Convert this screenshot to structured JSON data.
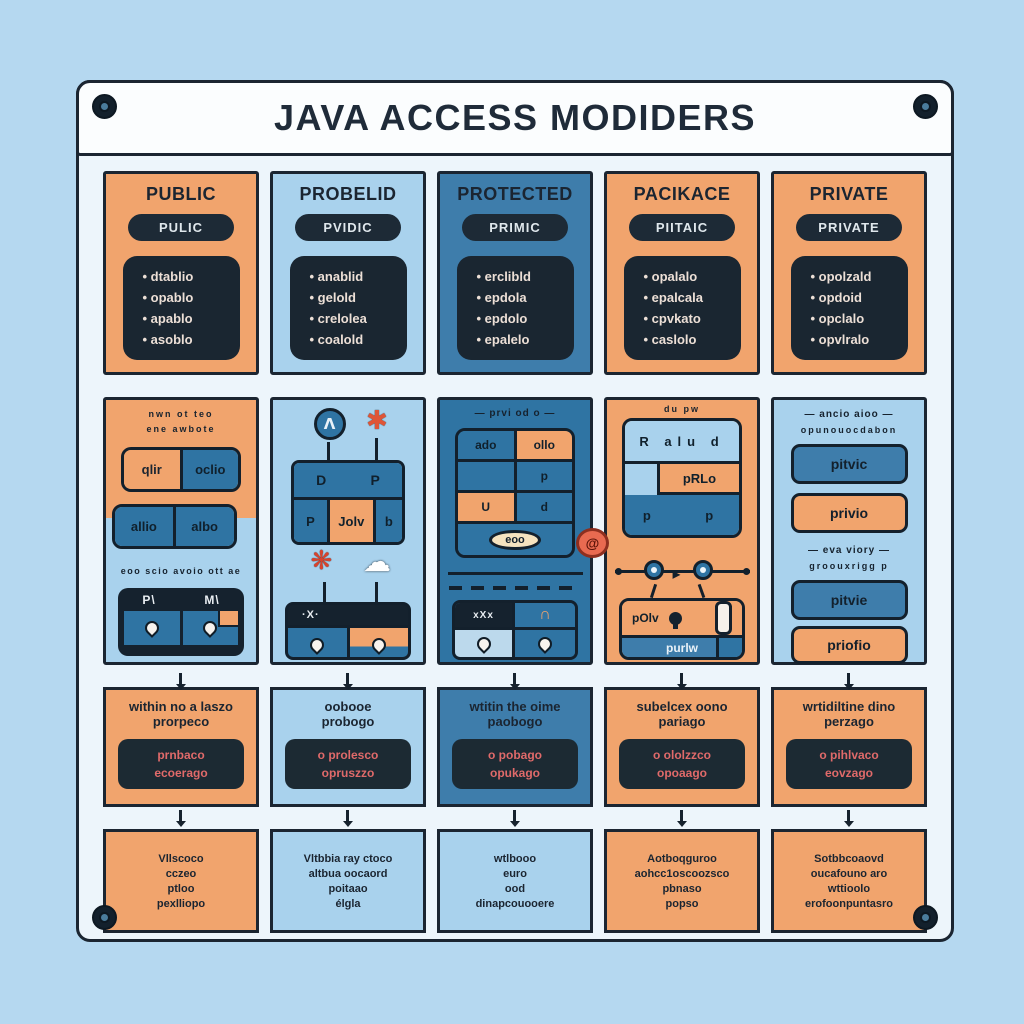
{
  "title": "JAVA ACCESS MODIDERS",
  "colors": {
    "page_bg": "#b5d8f0",
    "board_bg": "#edf5fb",
    "orange": "#f1a46d",
    "light_blue": "#a9d2ed",
    "steel_blue": "#3e7dab",
    "navy": "#1d2a36",
    "red_text": "#e06a6a",
    "badge_red": "#e96a50"
  },
  "columns": [
    {
      "name": "public",
      "title": "PUBLIC",
      "pill": "PULIC",
      "bullets": [
        "dtablio",
        "opablo",
        "apablo",
        "asoblo"
      ],
      "diagram": {
        "caption1": "nwn ot teo",
        "caption2": "ene awbote",
        "cell1a": "qlir",
        "cell1b": "oclio",
        "cell2a": "allio",
        "cell2b": "albo",
        "divider": "eoo scio avoio ott ae",
        "label1": "P\\",
        "label2": "M\\"
      },
      "scope": {
        "line1": "within no a laszo",
        "line2": "prorpeco",
        "tag1": "prnbaco",
        "tag2": "ecoerago"
      },
      "note": [
        "Vllscoco",
        "cczeo",
        "ptloo",
        "pexlliopo"
      ]
    },
    {
      "name": "probelid",
      "title": "PROBELID",
      "pill": "PVIDIC",
      "bullets": [
        "anablid",
        "gelold",
        "crelolea",
        "coalold"
      ],
      "diagram": {
        "header_d": "D",
        "header_p": "P",
        "cell_p": "P",
        "cell_jolv": "Jolv",
        "cell_b": "b",
        "card_header": "·X·",
        "globe_icon": "globe",
        "gear_icon": "gear",
        "flower_icon": "flower",
        "cloud_icon": "cloud"
      },
      "scope": {
        "line1": "oobooe",
        "line2": "probogo",
        "tag1": "o prolesco",
        "tag2": "opruszzo"
      },
      "note": [
        "Vltbbia ray ctoco",
        "altbua oocaord",
        "poitaao",
        "élgla"
      ]
    },
    {
      "name": "protected",
      "title": "PROTECTED",
      "pill": "PRIMIC",
      "bullets": [
        "erclibld",
        "epdola",
        "epdolo",
        "epalelo"
      ],
      "diagram": {
        "caption": "— prvi od o —",
        "r1a": "ado",
        "r1b": "ollo",
        "r2b": "p",
        "r3a": "U",
        "r3b": "d",
        "oval": "eoo",
        "card_header": "xXx",
        "arch": "∩",
        "badge": "@"
      },
      "scope": {
        "line1": "wtitin the oime",
        "line2": "paobogo",
        "tag1": "o pobago",
        "tag2": "opukago"
      },
      "note": [
        "wtlbooo",
        "euro",
        "ood",
        "dinapcouooere"
      ]
    },
    {
      "name": "pacikace",
      "title": "PACIKACE",
      "pill": "PIITAIC",
      "bullets": [
        "opalalo",
        "epalcala",
        "cpvkato",
        "caslolo"
      ],
      "diagram": {
        "caption": "du pw",
        "top_row": "R alu d",
        "mid": "pRLo",
        "bottom_row": "p    p",
        "card_top": "pOlv",
        "card_bottom": "purlw"
      },
      "scope": {
        "line1": "subelcex oono",
        "line2": "pariago",
        "tag1": "o ololzzco",
        "tag2": "opoaago"
      },
      "note": [
        "Aotboqguroo",
        "aohcc1oscoozsco",
        "pbnaso",
        "popso"
      ]
    },
    {
      "name": "private",
      "title": "PRIVATE",
      "pill": "PRIVATE",
      "bullets": [
        "opolzald",
        "opdoid",
        "opclalo",
        "opvlralo"
      ],
      "diagram": {
        "caption1": "— ancio aioo —",
        "caption1b": "opunouocdabon",
        "btn1": "pitvic",
        "btn2": "privio",
        "caption2": "— eva viory —",
        "caption2b": "groouxrigg p",
        "btn3": "pitvie",
        "btn4": "priofio"
      },
      "scope": {
        "line1": "wrtidiltine dino",
        "line2": "perzago",
        "tag1": "o pihlvaco",
        "tag2": "eovzago"
      },
      "note": [
        "Sotbbcoaovd",
        "oucafouno aro",
        "wttioolo",
        "erofoonpuntasro"
      ]
    }
  ]
}
